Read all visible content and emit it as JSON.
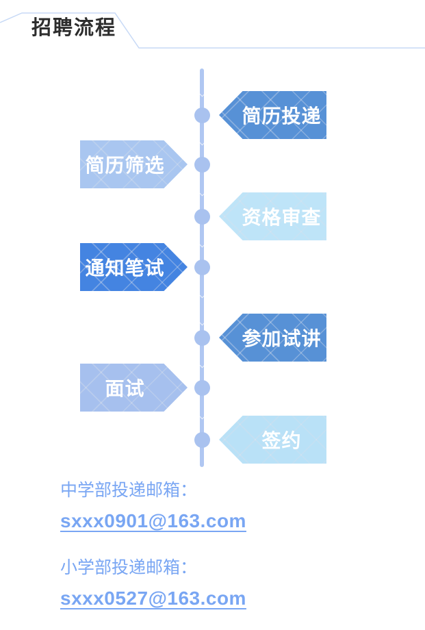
{
  "header": {
    "title": "招聘流程",
    "title_color": "#2d2d2d",
    "line_color": "#c7d9f6"
  },
  "timeline": {
    "line_color": "#b0c7f2",
    "dot_color": "#a9c2ef"
  },
  "steps": [
    {
      "label": "简历投递",
      "side": "right",
      "color": "#5791d6",
      "text_color": "#ffffff"
    },
    {
      "label": "简历筛选",
      "side": "left",
      "color": "#a9c6f0",
      "text_color": "#ffffff"
    },
    {
      "label": "资格审查",
      "side": "right",
      "color": "#bee4f8",
      "text_color": "#ffffff"
    },
    {
      "label": "通知笔试",
      "side": "left",
      "color": "#4484e1",
      "text_color": "#ffffff"
    },
    {
      "label": "参加试讲",
      "side": "right",
      "color": "#5791d6",
      "text_color": "#ffffff"
    },
    {
      "label": "面试",
      "side": "left",
      "color": "#a6c0ee",
      "text_color": "#ffffff"
    },
    {
      "label": "签约",
      "side": "right",
      "color": "#b9e1f7",
      "text_color": "#ffffff"
    }
  ],
  "contacts": [
    {
      "label": "中学部投递邮箱：",
      "email": "sxxx0901@163.com"
    },
    {
      "label": "小学部投递邮箱：",
      "email": "sxxx0527@163.com"
    }
  ],
  "contact_color": "#79a6f3"
}
